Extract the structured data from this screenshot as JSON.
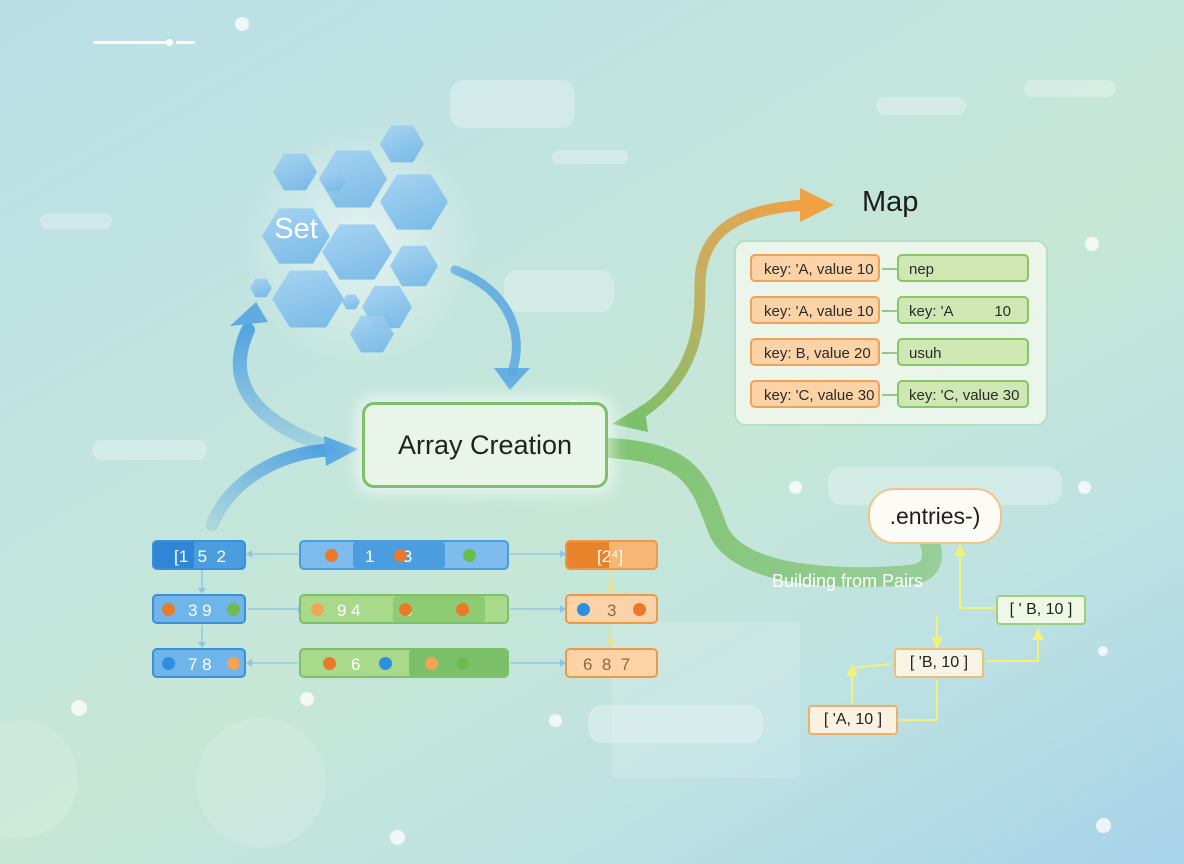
{
  "diagram": {
    "center": {
      "label": "Array Creation"
    },
    "set": {
      "label": "Set"
    },
    "map": {
      "title": "Map",
      "rows": [
        {
          "key": "key: 'A, value 10",
          "value": "nep",
          "value_extra": ""
        },
        {
          "key": "key: 'A, value 10",
          "value": "key: 'A",
          "value_extra": "10"
        },
        {
          "key": "key: B, value 20",
          "value": "usuh",
          "value_extra": ""
        },
        {
          "key": "key: 'C, value 30",
          "value": "key: 'C, value 30",
          "value_extra": ""
        }
      ]
    },
    "entries": {
      "method": ".entries-)",
      "caption": "Building from Pairs",
      "pairs": [
        "[ ' B, 10 ]",
        "[ 'B, 10 ]",
        "[ 'A, 10 ]"
      ]
    },
    "rows": [
      {
        "left": "[1  5  2",
        "middle": "1      3",
        "right": "[2⁴]"
      },
      {
        "left": "3 9",
        "middle": "9 4         6",
        "right": "3"
      },
      {
        "left": "7 8",
        "middle": "6",
        "right": "6  8  7"
      }
    ]
  },
  "colors": {
    "blue": "#4a9ee0",
    "green": "#7cc06a",
    "orange": "#f0a556",
    "dot_orange": "#ea7a2a",
    "dot_green": "#6cbb4e",
    "dot_blue": "#2e8fe0"
  }
}
